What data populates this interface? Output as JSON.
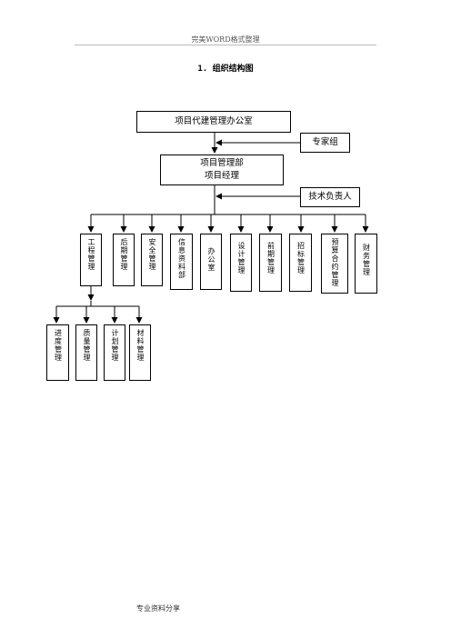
{
  "header": {
    "text": "完美WORD格式整理"
  },
  "title": "1. 组织结构图",
  "footer": {
    "text": "专业资料分享"
  },
  "org": {
    "office": "项目代建管理办公室",
    "expert_group": "专家组",
    "dept_line1": "项目管理部",
    "dept_line2": "项目经理",
    "tech_lead": "技术负责人",
    "sections": [
      "工程管理",
      "后期管理",
      "安全管理",
      "信息资料部",
      "办公室",
      "设计管理",
      "前期管理",
      "招标管理",
      "预算合约管理",
      "财务管理"
    ],
    "sub_sections": [
      "进度管理",
      "质量管理",
      "计划管理",
      "材料管理"
    ]
  }
}
